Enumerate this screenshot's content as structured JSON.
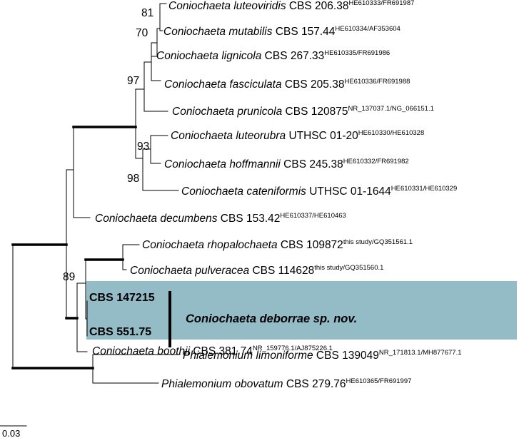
{
  "taxa": [
    {
      "genus": "Coniochaeta",
      "epithet": "luteoviridis",
      "strain": "CBS 206.38",
      "accession": "HE610333/FR691987"
    },
    {
      "genus": "Coniochaeta",
      "epithet": "mutabilis",
      "strain": "CBS 157.44",
      "accession": "HE610334/AF353604"
    },
    {
      "genus": "Coniochaeta",
      "epithet": "lignicola",
      "strain": "CBS 267.33",
      "accession": "HE610335/FR691986"
    },
    {
      "genus": "Coniochaeta",
      "epithet": "fasciculata",
      "strain": "CBS 205.38",
      "accession": "HE610336/FR691988"
    },
    {
      "genus": "Coniochaeta",
      "epithet": "prunicola",
      "strain": "CBS 120875",
      "accession": "NR_137037.1/NG_066151.1"
    },
    {
      "genus": "Coniochaeta",
      "epithet": "luteorubra",
      "strain": "UTHSC 01-20",
      "accession": "HE610330/HE610328"
    },
    {
      "genus": "Coniochaeta",
      "epithet": "hoffmannii",
      "strain": "CBS 245.38",
      "accession": "HE610332/FR691982"
    },
    {
      "genus": "Coniochaeta",
      "epithet": "cateniformis",
      "strain": "UTHSC 01-1644",
      "accession": "HE610331/HE610329"
    },
    {
      "genus": "Coniochaeta",
      "epithet": "decumbens",
      "strain": "CBS 153.42",
      "accession": "HE610337/HE610463"
    },
    {
      "genus": "Coniochaeta",
      "epithet": "rhopalochaeta",
      "strain": "CBS 109872",
      "accession": "this study/GQ351561.1"
    },
    {
      "genus": "Coniochaeta",
      "epithet": "pulveracea",
      "strain": "CBS 114628",
      "accession": "this study/GQ351560.1"
    },
    {
      "genus": "Coniochaeta",
      "epithet": "boothii",
      "strain": "CBS 381.74",
      "accession": "NR_159776.1/AJ875226.1"
    },
    {
      "genus": "Phialemonium",
      "epithet": "limoniforme",
      "strain": "CBS 139049",
      "accession": "NR_171813.1/MH877677.1"
    },
    {
      "genus": "Phialemonium",
      "epithet": "obovatum",
      "strain": "CBS 279.76",
      "accession": "HE610365/FR691997"
    }
  ],
  "new_species": {
    "strains": [
      "CBS 147215",
      "CBS 551.75"
    ],
    "name": "Coniochaeta deborrae sp. nov.",
    "highlight_color": "#93bcc7"
  },
  "bootstrap": [
    "81",
    "70",
    "97",
    "93",
    "98",
    "89"
  ],
  "scale_bar": "0.03"
}
